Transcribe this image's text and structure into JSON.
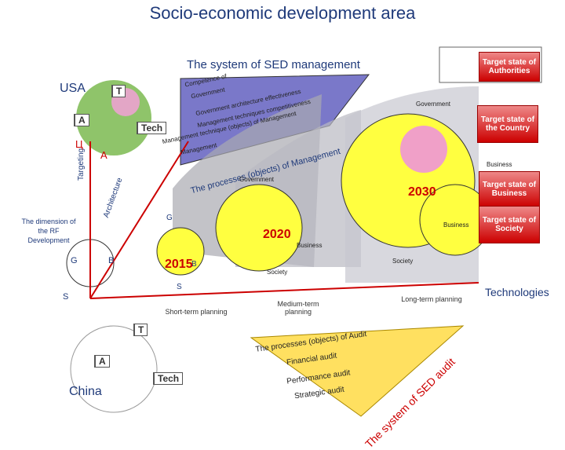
{
  "title": "Socio-economic development area",
  "subtitle": "The system of SED management",
  "countries": {
    "usa": "USA",
    "china": "China"
  },
  "axes": {
    "targeting": "Targeting",
    "architecture": "Architecture",
    "technologies": "Technologies"
  },
  "dimension": "The dimension of the RF Development",
  "letters": {
    "T": "T",
    "A": "A",
    "Tech": "Tech",
    "C": "Ц",
    "A2": "A",
    "G": "G",
    "B": "B",
    "S": "S"
  },
  "years": [
    "2015",
    "2020",
    "2030"
  ],
  "top_wedge": [
    "Competence of",
    "Government",
    "Government architecture effectiveness",
    "Management techniques competitiveness",
    "Management technique (objects) of Management",
    "Management",
    "The processes (objects) of Management"
  ],
  "labels": {
    "government": "Government",
    "business": "Business",
    "society": "Society",
    "short": "Short-term planning",
    "medium": "Medium-term planning",
    "long": "Long-term planning"
  },
  "red_boxes": {
    "authorities": "Target state of Authorities",
    "country": "Target state of the Country",
    "business": "Target state of Business",
    "society": "Target state of Society"
  },
  "bottom_wedge": [
    "The processes (objects) of Audit",
    "Financial audit",
    "Performance audit",
    "Strategic audit",
    "The system of SED audit"
  ],
  "colors": {
    "accent": "#1f3a7a",
    "red": "#cc0000",
    "yellow": "#ffff33",
    "pink": "#ff99cc",
    "green": "#99cc66",
    "purple": "#7070c0"
  }
}
